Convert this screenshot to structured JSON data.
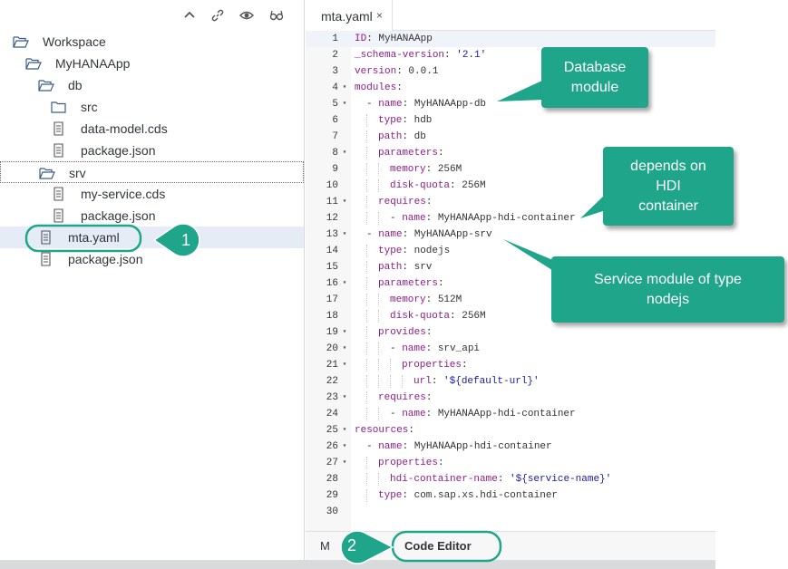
{
  "explorer": {
    "toolbar": {
      "collapse_icon": "chevron-up-icon",
      "link_icon": "link-icon",
      "show_hidden_icon": "eye-icon",
      "preview_icon": "glasses-icon"
    },
    "tree": [
      {
        "label": "Workspace",
        "icon": "folder-open-icon",
        "depth": 0
      },
      {
        "label": "MyHANAApp",
        "icon": "folder-open-icon",
        "depth": 1
      },
      {
        "label": "db",
        "icon": "folder-open-icon",
        "depth": 2
      },
      {
        "label": "src",
        "icon": "folder-icon",
        "depth": 3
      },
      {
        "label": "data-model.cds",
        "icon": "file-icon",
        "depth": 3
      },
      {
        "label": "package.json",
        "icon": "file-icon",
        "depth": 3
      },
      {
        "label": "srv",
        "icon": "folder-open-icon",
        "depth": 2,
        "focused": true
      },
      {
        "label": "my-service.cds",
        "icon": "file-icon",
        "depth": 3
      },
      {
        "label": "package.json",
        "icon": "file-icon",
        "depth": 3
      },
      {
        "label": "mta.yaml",
        "icon": "file-icon",
        "depth": 2,
        "selected": true
      },
      {
        "label": "package.json",
        "icon": "file-icon",
        "depth": 2
      }
    ]
  },
  "editor": {
    "open_tab": {
      "label": "mta.yaml",
      "close": "×"
    },
    "lines": [
      {
        "n": "1",
        "fold": "",
        "indent": 0,
        "parts": [
          [
            "k",
            "ID"
          ],
          [
            "p",
            ": "
          ],
          [
            "v",
            "MyHANAApp"
          ]
        ]
      },
      {
        "n": "2",
        "fold": "",
        "indent": 0,
        "parts": [
          [
            "k",
            "_schema-version"
          ],
          [
            "p",
            ": "
          ],
          [
            "s",
            "'2.1'"
          ]
        ]
      },
      {
        "n": "3",
        "fold": "",
        "indent": 0,
        "parts": [
          [
            "k",
            "version"
          ],
          [
            "p",
            ": "
          ],
          [
            "v",
            "0.0.1"
          ]
        ]
      },
      {
        "n": "4",
        "fold": "▾",
        "indent": 0,
        "parts": [
          [
            "k",
            "modules"
          ],
          [
            "p",
            ":"
          ]
        ]
      },
      {
        "n": "5",
        "fold": "▾",
        "indent": 1,
        "parts": [
          [
            "p",
            "- "
          ],
          [
            "k",
            "name"
          ],
          [
            "p",
            ": "
          ],
          [
            "v",
            "MyHANAApp-db"
          ]
        ]
      },
      {
        "n": "6",
        "fold": "",
        "indent": 2,
        "parts": [
          [
            "k",
            "type"
          ],
          [
            "p",
            ": "
          ],
          [
            "v",
            "hdb"
          ]
        ]
      },
      {
        "n": "7",
        "fold": "",
        "indent": 2,
        "parts": [
          [
            "k",
            "path"
          ],
          [
            "p",
            ": "
          ],
          [
            "v",
            "db"
          ]
        ]
      },
      {
        "n": "8",
        "fold": "▾",
        "indent": 2,
        "parts": [
          [
            "k",
            "parameters"
          ],
          [
            "p",
            ":"
          ]
        ]
      },
      {
        "n": "9",
        "fold": "",
        "indent": 3,
        "parts": [
          [
            "k",
            "memory"
          ],
          [
            "p",
            ": "
          ],
          [
            "v",
            "256M"
          ]
        ]
      },
      {
        "n": "10",
        "fold": "",
        "indent": 3,
        "parts": [
          [
            "k",
            "disk-quota"
          ],
          [
            "p",
            ": "
          ],
          [
            "v",
            "256M"
          ]
        ]
      },
      {
        "n": "11",
        "fold": "▾",
        "indent": 2,
        "parts": [
          [
            "k",
            "requires"
          ],
          [
            "p",
            ":"
          ]
        ]
      },
      {
        "n": "12",
        "fold": "",
        "indent": 3,
        "parts": [
          [
            "p",
            "- "
          ],
          [
            "k",
            "name"
          ],
          [
            "p",
            ": "
          ],
          [
            "v",
            "MyHANAApp-hdi-container"
          ]
        ]
      },
      {
        "n": "13",
        "fold": "▾",
        "indent": 1,
        "parts": [
          [
            "p",
            "- "
          ],
          [
            "k",
            "name"
          ],
          [
            "p",
            ": "
          ],
          [
            "v",
            "MyHANAApp-srv"
          ]
        ]
      },
      {
        "n": "14",
        "fold": "",
        "indent": 2,
        "parts": [
          [
            "k",
            "type"
          ],
          [
            "p",
            ": "
          ],
          [
            "v",
            "nodejs"
          ]
        ]
      },
      {
        "n": "15",
        "fold": "",
        "indent": 2,
        "parts": [
          [
            "k",
            "path"
          ],
          [
            "p",
            ": "
          ],
          [
            "v",
            "srv"
          ]
        ]
      },
      {
        "n": "16",
        "fold": "▾",
        "indent": 2,
        "parts": [
          [
            "k",
            "parameters"
          ],
          [
            "p",
            ":"
          ]
        ]
      },
      {
        "n": "17",
        "fold": "",
        "indent": 3,
        "parts": [
          [
            "k",
            "memory"
          ],
          [
            "p",
            ": "
          ],
          [
            "v",
            "512M"
          ]
        ]
      },
      {
        "n": "18",
        "fold": "",
        "indent": 3,
        "parts": [
          [
            "k",
            "disk-quota"
          ],
          [
            "p",
            ": "
          ],
          [
            "v",
            "256M"
          ]
        ]
      },
      {
        "n": "19",
        "fold": "▾",
        "indent": 2,
        "parts": [
          [
            "k",
            "provides"
          ],
          [
            "p",
            ":"
          ]
        ]
      },
      {
        "n": "20",
        "fold": "▾",
        "indent": 3,
        "parts": [
          [
            "p",
            "- "
          ],
          [
            "k",
            "name"
          ],
          [
            "p",
            ": "
          ],
          [
            "v",
            "srv_api"
          ]
        ]
      },
      {
        "n": "21",
        "fold": "▾",
        "indent": 4,
        "parts": [
          [
            "k",
            "properties"
          ],
          [
            "p",
            ":"
          ]
        ]
      },
      {
        "n": "22",
        "fold": "",
        "indent": 5,
        "parts": [
          [
            "k",
            "url"
          ],
          [
            "p",
            ": "
          ],
          [
            "s",
            "'${default-url}'"
          ]
        ]
      },
      {
        "n": "23",
        "fold": "▾",
        "indent": 2,
        "parts": [
          [
            "k",
            "requires"
          ],
          [
            "p",
            ":"
          ]
        ]
      },
      {
        "n": "24",
        "fold": "",
        "indent": 3,
        "parts": [
          [
            "p",
            "- "
          ],
          [
            "k",
            "name"
          ],
          [
            "p",
            ": "
          ],
          [
            "v",
            "MyHANAApp-hdi-container"
          ]
        ]
      },
      {
        "n": "25",
        "fold": "▾",
        "indent": 0,
        "parts": [
          [
            "k",
            "resources"
          ],
          [
            "p",
            ":"
          ]
        ]
      },
      {
        "n": "26",
        "fold": "▾",
        "indent": 1,
        "parts": [
          [
            "p",
            "- "
          ],
          [
            "k",
            "name"
          ],
          [
            "p",
            ": "
          ],
          [
            "v",
            "MyHANAApp-hdi-container"
          ]
        ]
      },
      {
        "n": "27",
        "fold": "▾",
        "indent": 2,
        "parts": [
          [
            "k",
            "properties"
          ],
          [
            "p",
            ":"
          ]
        ]
      },
      {
        "n": "28",
        "fold": "",
        "indent": 3,
        "parts": [
          [
            "k",
            "hdi-container-name"
          ],
          [
            "p",
            ": "
          ],
          [
            "s",
            "'${service-name}'"
          ]
        ]
      },
      {
        "n": "29",
        "fold": "",
        "indent": 2,
        "parts": [
          [
            "k",
            "type"
          ],
          [
            "p",
            ": "
          ],
          [
            "v",
            "com.sap.xs.hdi-container"
          ]
        ]
      },
      {
        "n": "30",
        "fold": "",
        "indent": 0,
        "parts": []
      }
    ],
    "bottom_tabs": {
      "manifest_label": "M",
      "code_editor_label": "Code Editor"
    }
  },
  "annotations": {
    "callout_db": "Database\nmodule",
    "callout_hdi": "depends on\nHDI\ncontainer",
    "callout_srv": "Service module of type\nnodejs",
    "badge_1": "1",
    "badge_2": "2",
    "accent_color": "#1fa58a"
  }
}
